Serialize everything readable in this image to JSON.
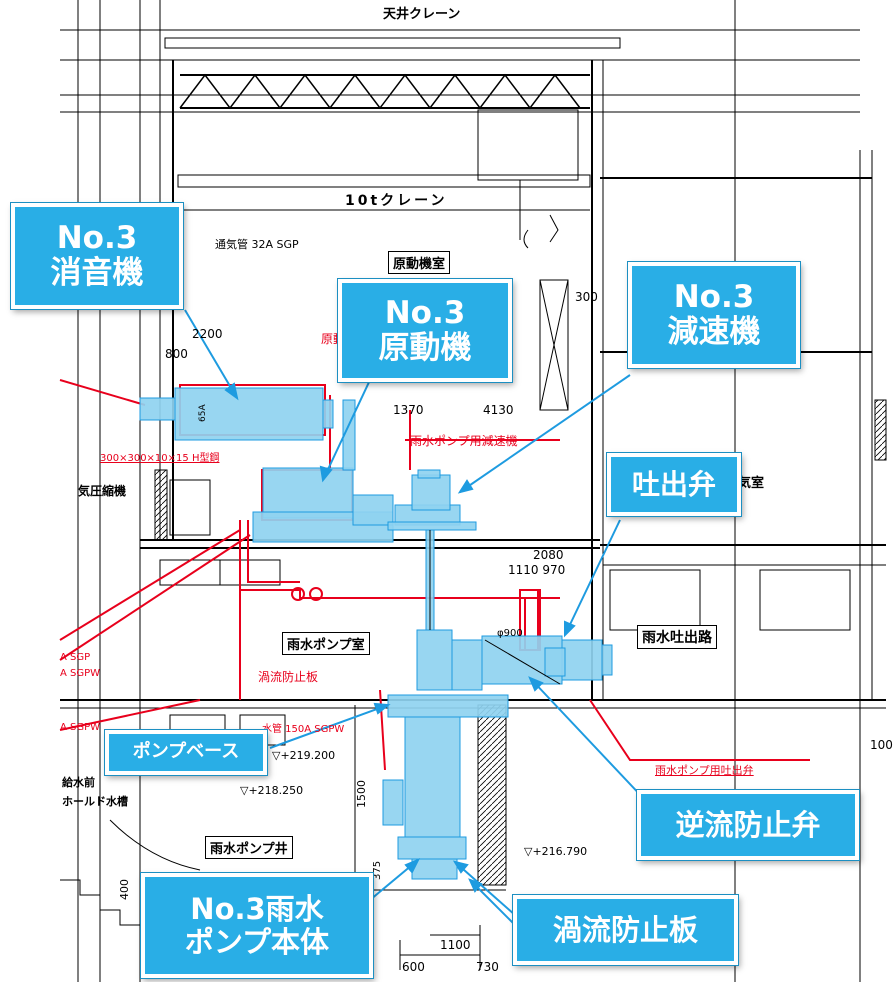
{
  "colors": {
    "callout_fill": "#29aee6",
    "callout_text": "#ffffff",
    "equipment_fill": "#8fd3f0",
    "leader_line": "#1e9be0",
    "pipe_red": "#e8001c",
    "drawing_line": "#000000"
  },
  "callouts": {
    "silencer": {
      "line1": "No.3",
      "line2": "消音機"
    },
    "prime_mover": {
      "line1": "No.3",
      "line2": "原動機"
    },
    "reducer": {
      "line1": "No.3",
      "line2": "減速機"
    },
    "discharge_valve": {
      "label": "吐出弁"
    },
    "pump_base": {
      "label": "ポンプベース"
    },
    "check_valve": {
      "label": "逆流防止弁"
    },
    "pump_body": {
      "line1": "No.3雨水",
      "line2": "ポンプ本体"
    },
    "vortex_plate": {
      "label": "渦流防止板"
    }
  },
  "drawing_labels": {
    "ceiling_crane": "天井クレーン",
    "crane_10t": "10tクレーン",
    "vent_pipe": "通気管 32A SGP",
    "engine_room": "原動機室",
    "air_compressor": "気圧縮機",
    "dim_2200": "2200",
    "dim_800": "800",
    "dim_1370": "1370",
    "dim_4130": "4130",
    "dim_300": "300",
    "h_beam": "300×300×10×15 H型鋼",
    "reducer_red": "雨水ポンプ用減速機",
    "prime_red": "原動",
    "room_suffix": "気室",
    "dim_2080": "2080",
    "dim_1110_970": "1110 970",
    "pump_room": "雨水ポンプ室",
    "outlet_channel": "雨水吐出路",
    "phi_900": "φ900",
    "vortex_red": "渦流防止板",
    "sgp_a": "A SGP",
    "sgpw_a": "A SGPW",
    "sgpw_b": "A SGPW",
    "drain_pipe": "水管 150A SGPW",
    "level_219": "▽+219.200",
    "level_218": "▽+218.250",
    "water_supply": "給水前",
    "hold_water": "ホールド水槽",
    "pump_well": "雨水ポンプ井",
    "level_216": "▽+216.790",
    "discharge_valve_red": "雨水ポンプ用吐出弁",
    "dim_1500": "1500",
    "dim_375": "375",
    "dim_1100": "1100",
    "dim_600": "600",
    "dim_730": "730",
    "dim_400": "400",
    "dim_100": "100",
    "dim_65a": "65A"
  }
}
